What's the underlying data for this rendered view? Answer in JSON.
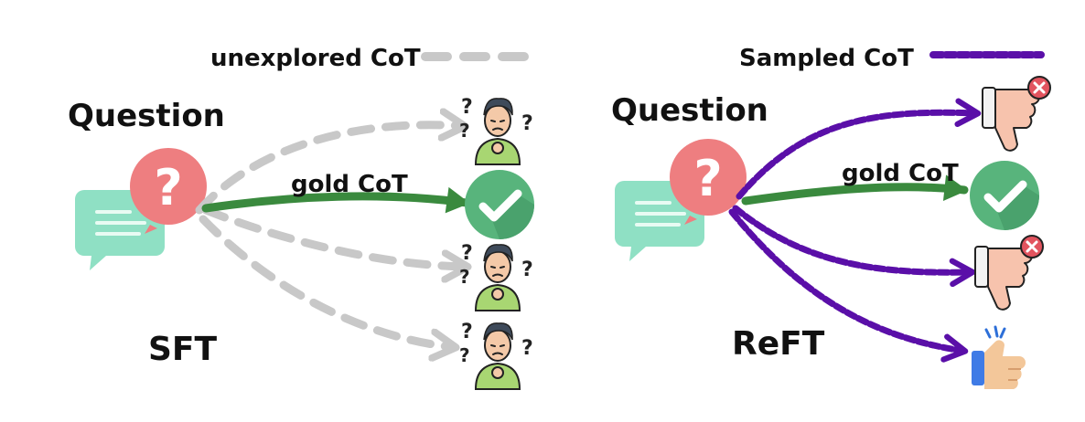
{
  "left_panel": {
    "question_label": "Question",
    "method_label": "SFT",
    "legend_label": "unexplored CoT",
    "gold_label": "gold CoT"
  },
  "right_panel": {
    "question_label": "Question",
    "method_label": "ReFT",
    "legend_label": "Sampled CoT",
    "gold_label": "gold CoT"
  },
  "icons": {
    "question_bubble": "question-bubble-icon",
    "confused_person": "confused-person-icon",
    "correct_check": "check-circle-icon",
    "wrong_answer": "thumbs-down-x-icon",
    "good_answer": "thumbs-up-icon"
  },
  "colors": {
    "gold_path": "#3a8a3e",
    "unexplored_path": "#c8c8c8",
    "sampled_path": "#5a0fa8",
    "question_red": "#ee7e80",
    "bubble_teal": "#8fe0c4",
    "check_green": "#58b47c"
  }
}
